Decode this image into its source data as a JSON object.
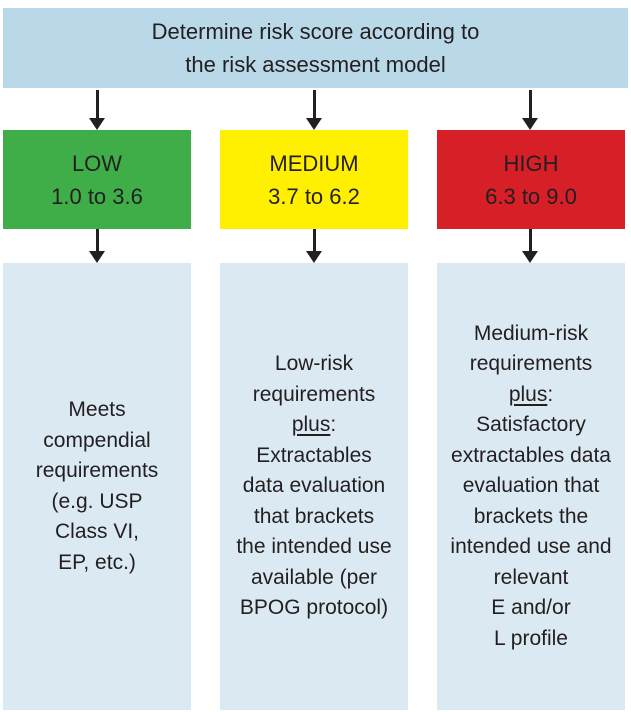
{
  "top": {
    "line1": "Determine risk score according to",
    "line2": "the risk assessment model"
  },
  "levels": [
    {
      "label": "LOW",
      "range": "1.0 to 3.6",
      "color": "#3fae49"
    },
    {
      "label": "MEDIUM",
      "range": "3.7 to 6.2",
      "color": "#ffef00"
    },
    {
      "label": "HIGH",
      "range": "6.3 to 9.0",
      "color": "#d71f27"
    }
  ],
  "requirements": {
    "low": [
      "Meets",
      "compendial",
      "requirements",
      "(e.g. USP",
      "Class VI,",
      "EP, etc.)"
    ],
    "medium": {
      "before": [
        "Low-risk",
        "requirements"
      ],
      "plus": "plus",
      "after": [
        "Extractables",
        "data evaluation",
        "that brackets",
        "the intended use",
        "available (per",
        "BPOG protocol)"
      ]
    },
    "high": {
      "before": [
        "Medium-risk",
        "requirements"
      ],
      "plus": "plus",
      "after": [
        "Satisfactory",
        "extractables data",
        "evaluation that",
        "brackets the",
        "intended use and",
        "relevant",
        "E and/or",
        "L profile"
      ]
    }
  }
}
